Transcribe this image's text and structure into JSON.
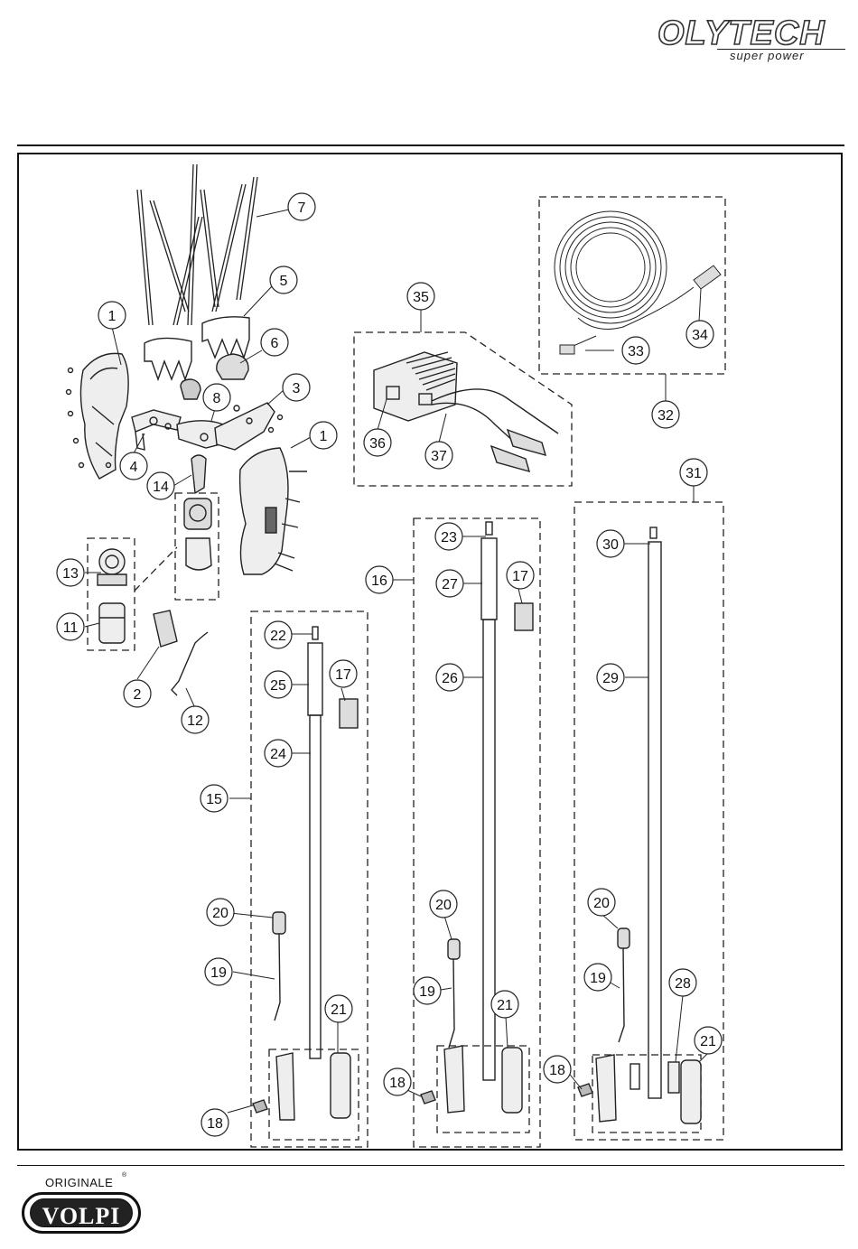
{
  "header": {
    "brand_name": "OLYTECH",
    "brand_tagline": "super power"
  },
  "footer": {
    "badge_top": "ORIGINALE",
    "badge_registered": "®",
    "badge_name": "VOLPI"
  },
  "callouts": [
    {
      "id": "c1a",
      "label": "1"
    },
    {
      "id": "c1b",
      "label": "1"
    },
    {
      "id": "c2",
      "label": "2"
    },
    {
      "id": "c3",
      "label": "3"
    },
    {
      "id": "c4",
      "label": "4"
    },
    {
      "id": "c5",
      "label": "5"
    },
    {
      "id": "c6",
      "label": "6"
    },
    {
      "id": "c7",
      "label": "7"
    },
    {
      "id": "c8",
      "label": "8"
    },
    {
      "id": "c11",
      "label": "11"
    },
    {
      "id": "c12",
      "label": "12"
    },
    {
      "id": "c13",
      "label": "13"
    },
    {
      "id": "c14",
      "label": "14"
    },
    {
      "id": "c15",
      "label": "15"
    },
    {
      "id": "c16",
      "label": "16"
    },
    {
      "id": "c17a",
      "label": "17"
    },
    {
      "id": "c17b",
      "label": "17"
    },
    {
      "id": "c18a",
      "label": "18"
    },
    {
      "id": "c18b",
      "label": "18"
    },
    {
      "id": "c18c",
      "label": "18"
    },
    {
      "id": "c19a",
      "label": "19"
    },
    {
      "id": "c19b",
      "label": "19"
    },
    {
      "id": "c19c",
      "label": "19"
    },
    {
      "id": "c20a",
      "label": "20"
    },
    {
      "id": "c20b",
      "label": "20"
    },
    {
      "id": "c20c",
      "label": "20"
    },
    {
      "id": "c21a",
      "label": "21"
    },
    {
      "id": "c21b",
      "label": "21"
    },
    {
      "id": "c21c",
      "label": "21"
    },
    {
      "id": "c22",
      "label": "22"
    },
    {
      "id": "c23",
      "label": "23"
    },
    {
      "id": "c24",
      "label": "24"
    },
    {
      "id": "c25",
      "label": "25"
    },
    {
      "id": "c26",
      "label": "26"
    },
    {
      "id": "c27",
      "label": "27"
    },
    {
      "id": "c28",
      "label": "28"
    },
    {
      "id": "c29",
      "label": "29"
    },
    {
      "id": "c30",
      "label": "30"
    },
    {
      "id": "c31",
      "label": "31"
    },
    {
      "id": "c32",
      "label": "32"
    },
    {
      "id": "c33",
      "label": "33"
    },
    {
      "id": "c34",
      "label": "34"
    },
    {
      "id": "c35",
      "label": "35"
    },
    {
      "id": "c36",
      "label": "36"
    },
    {
      "id": "c37",
      "label": "37"
    }
  ]
}
